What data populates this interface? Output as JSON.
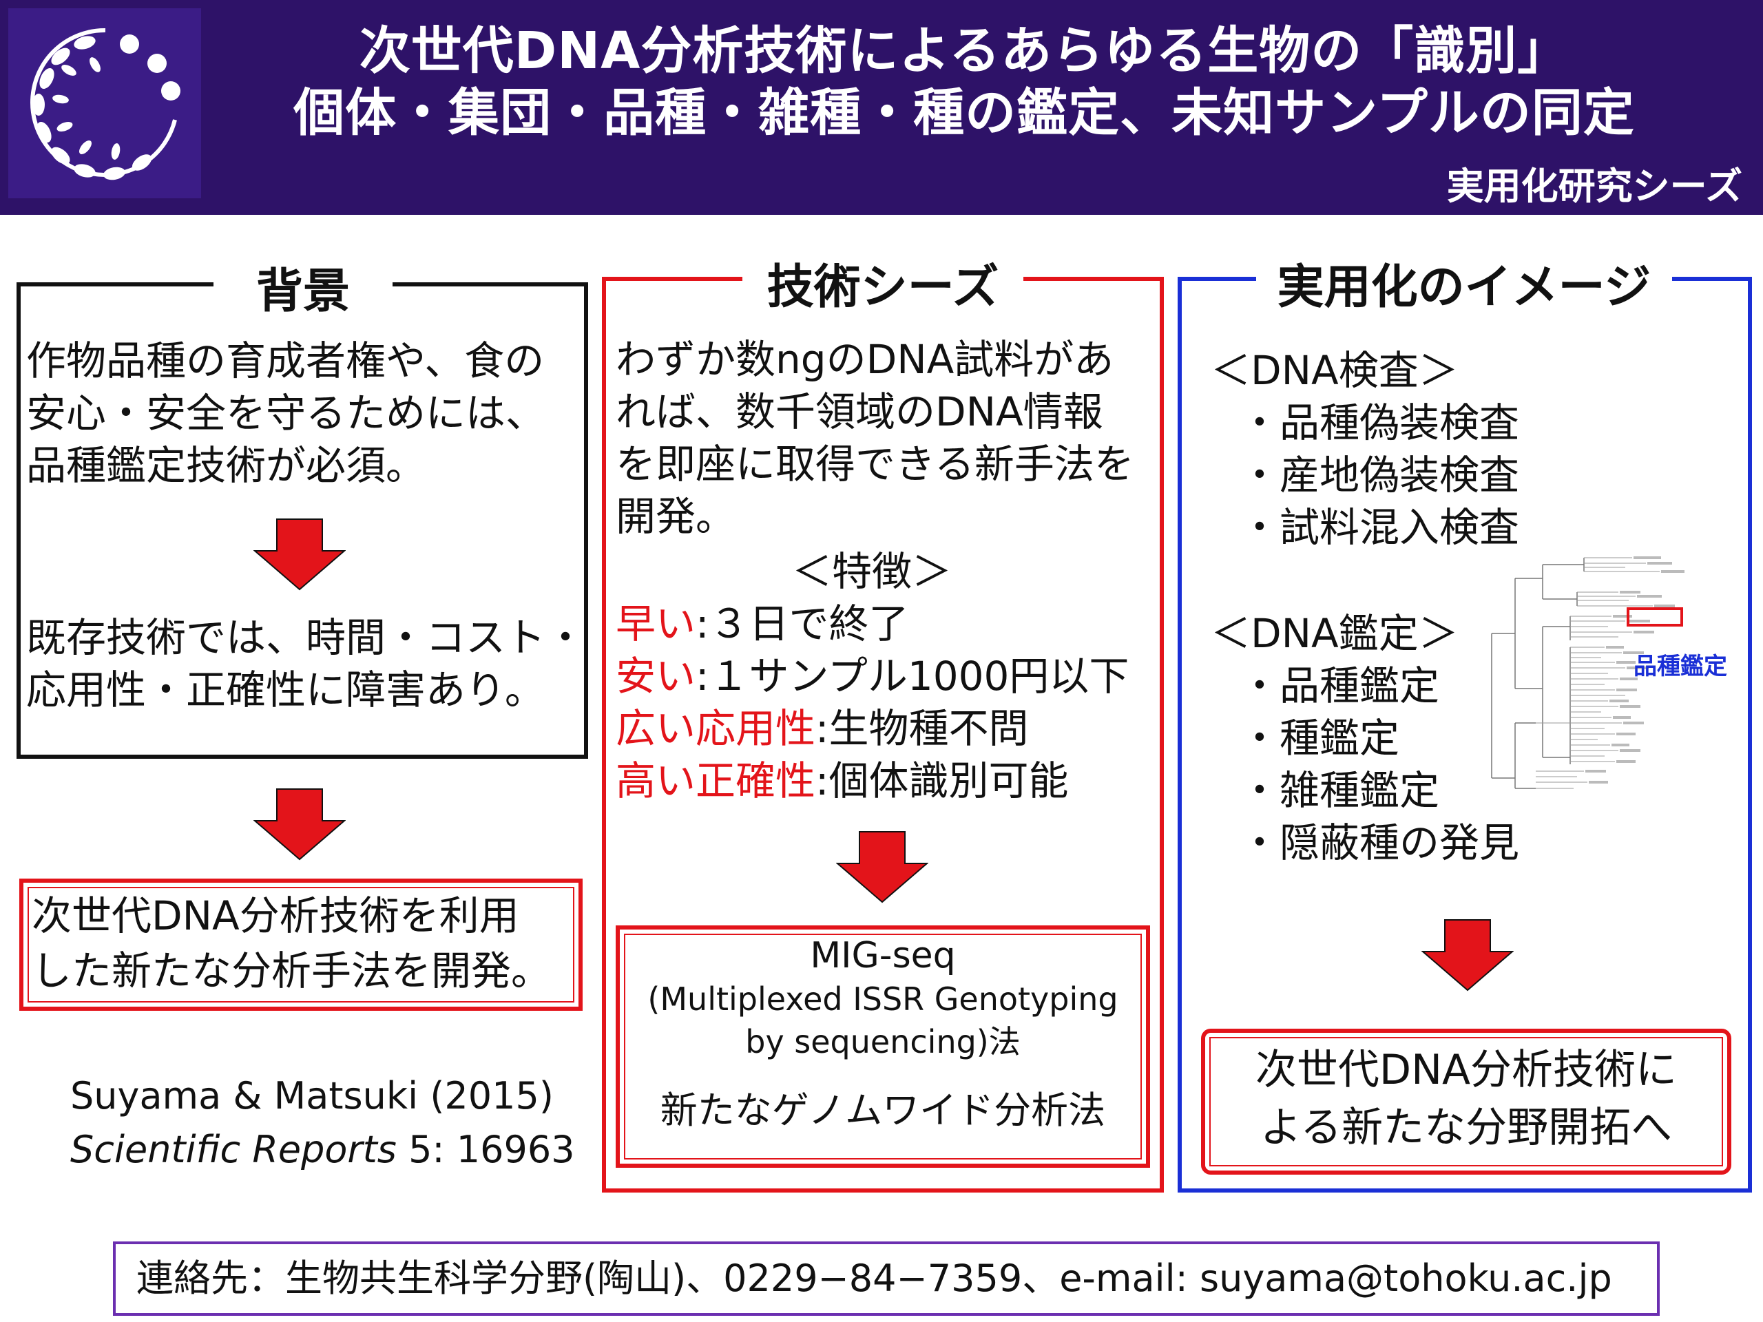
{
  "header": {
    "title_line1": "次世代DNA分析技術によるあらゆる生物の「識別」",
    "title_line2": "個体・集団・品種・雑種・種の鑑定、未知サンプルの同定",
    "subtitle": "実用化研究シーズ",
    "logo": "wreath-logo-icon",
    "bg_color": "#2e1268"
  },
  "background_panel": {
    "title": "背景",
    "text1": [
      "作物品種の育成者権や、食の",
      "安心・安全を守るためには、",
      "品種鑑定技術が必須。"
    ],
    "text2": [
      "既存技術では、時間・コスト・",
      "応用性・正確性に障害あり。"
    ],
    "result": [
      "次世代DNA分析技術を利用",
      "した新たな分析手法を開発。"
    ],
    "ref_line1": "Suyama & Matsuki (2015)",
    "ref_journal": "Scientific Reports",
    "ref_volume": " 5: 16963"
  },
  "seeds_panel": {
    "title": "技術シーズ",
    "intro": [
      "わずか数ngのDNA試料があ",
      "れば、数千領域のDNA情報",
      "を即座に取得できる新手法を",
      "開発。"
    ],
    "features_heading": "＜特徴＞",
    "features": [
      {
        "key": "早い",
        "value": ":３日で終了"
      },
      {
        "key": "安い",
        "value": ":１サンプル1000円以下"
      },
      {
        "key": "広い応用性",
        "value": ":生物種不問"
      },
      {
        "key": "高い正確性",
        "value": ":個体識別可能"
      }
    ],
    "method_line1": "MIG-seq",
    "method_line2": "(Multiplexed ISSR Genotyping",
    "method_line3": "by sequencing)法",
    "method_line4": "新たなゲノムワイド分析法"
  },
  "application_panel": {
    "title": "実用化のイメージ",
    "inspection_heading": "＜DNA検査＞",
    "inspection_items": [
      "・品種偽装検査",
      "・産地偽装検査",
      "・試料混入検査"
    ],
    "appraisal_heading": "＜DNA鑑定＞",
    "appraisal_items": [
      "・品種鑑定",
      "・種鑑定",
      "・雑種鑑定",
      "・隠蔽種の発見"
    ],
    "tree_label": "品種鑑定",
    "result": [
      "次世代DNA分析技術に",
      "よる新たな分野開拓へ"
    ]
  },
  "contact": "連絡先：生物共生科学分野(陶山)、0229−84−7359、e-mail: suyama@tohoku.ac.jp",
  "colors": {
    "accent_red": "#e3141a",
    "accent_blue": "#1a2fd6",
    "contact_border": "#6b2fb0",
    "tree_label": "#1a2fd6"
  }
}
